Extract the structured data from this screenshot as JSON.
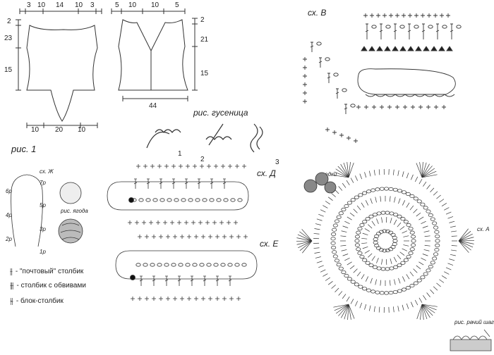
{
  "pattern_sheet": {
    "figure1_label": "рис. 1",
    "caterpillar_label": "рис. гусеница",
    "caterpillar_steps": [
      "1",
      "2",
      "3"
    ],
    "berry_label": "рис. ягода",
    "stitch_label": "рис. рачий шаг",
    "berries_label": "ягодки"
  },
  "back_piece": {
    "top_widths": [
      "3",
      "10",
      "14",
      "10",
      "3"
    ],
    "left_heights": [
      "2",
      "23",
      "15"
    ],
    "bottom_widths": [
      "10",
      "20",
      "10"
    ]
  },
  "front_piece": {
    "top_widths": [
      "5",
      "10",
      "10",
      "5"
    ],
    "right_heights": [
      "2",
      "21",
      "15"
    ],
    "bottom_width": "44"
  },
  "charts": {
    "scheme_b": "сх. В",
    "scheme_d": "сх. Д",
    "scheme_e": "сх. Е",
    "scheme_a": "сх. А",
    "scheme_zh": "сх. Ж"
  },
  "berry_rows": [
    "7р",
    "6р",
    "5р",
    "4р",
    "3р",
    "2р",
    "1р"
  ],
  "legend": [
    {
      "symbol": "post-stitch",
      "text": "- \"почтовый\" столбик"
    },
    {
      "symbol": "wrapped-stitch",
      "text": "- столбик с обвивами"
    },
    {
      "symbol": "block-stitch",
      "text": "- блок-столбик"
    }
  ]
}
